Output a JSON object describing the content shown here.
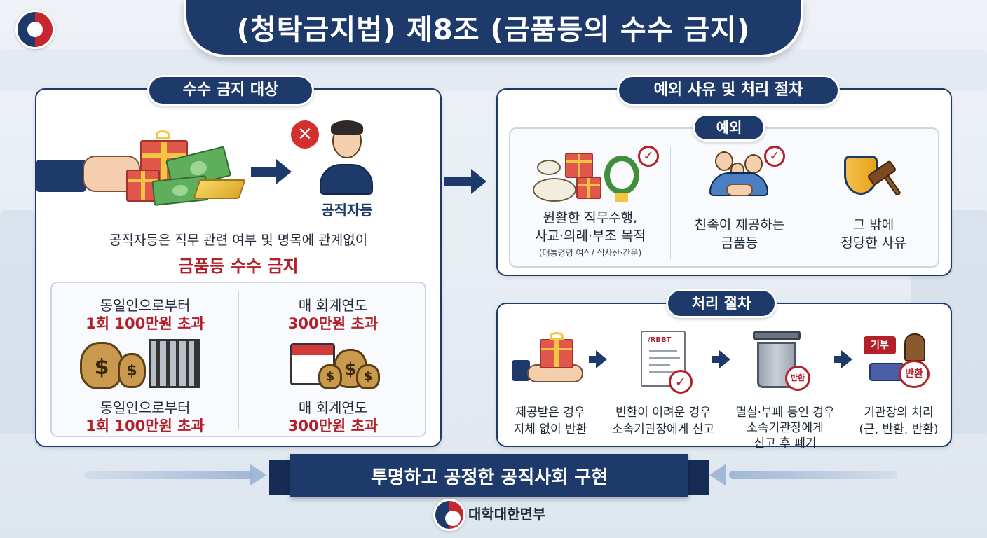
{
  "title": "(청탁금지법) 제8조 (금품등의 수수 금지)",
  "left_section": {
    "pill": "수수 금지 대상",
    "target_label": "공직자등",
    "statement_line1": "공직자등은 직무 관련 여부 및 명목에 관계없이",
    "statement_line2": "금품등 수수 금지",
    "limits": [
      {
        "line1": "동일인으로부터",
        "line2": "1회 100만원 초과"
      },
      {
        "line1": "매 회계연도",
        "line2": "300만원 초과"
      },
      {
        "line1": "동일인으로부터",
        "line2": "1회 100만원 초과"
      },
      {
        "line1": "매 회계연도",
        "line2": "300만원 초과"
      }
    ]
  },
  "right_section": {
    "pill": "예외 사유 및 처리 절차",
    "exceptions": {
      "pill": "예외",
      "items": [
        {
          "line1": "원활한 직무수행,",
          "line2": "사교·의례·부조 목적",
          "note": "(대통령령 여식/ 식사산·간문)"
        },
        {
          "line1": "친족이 제공하는",
          "line2": "금품등",
          "note": ""
        },
        {
          "line1": "그 밖에",
          "line2": "정당한 사유",
          "note": ""
        }
      ]
    },
    "procedure": {
      "pill": "처리 절차",
      "doc_label": "/RBBT",
      "bin_stamp": "반환",
      "stamps": [
        "기부",
        "반환"
      ],
      "steps": [
        {
          "line1": "제공받은 경우",
          "line2": "지체 없이 반환",
          "line3": ""
        },
        {
          "line1": "빈환이 어려운 경우",
          "line2": "소속기관장에게 신고",
          "line3": ""
        },
        {
          "line1": "멸실·부패 등인 경우",
          "line2": "소속기관장에게",
          "line3": "신고 후 폐기"
        },
        {
          "line1": "기관장의 처리",
          "line2": "(근, 반환, 반환)",
          "line3": ""
        }
      ]
    }
  },
  "footer": {
    "slogan": "투명하고 공정한 공직사회 구현",
    "ministry": "대학대한면부"
  },
  "colors": {
    "navy": "#1e3a6b",
    "accent_red": "#b3202a",
    "background": "#eef2f7"
  },
  "icons": [
    "gov-emblem",
    "hand-gift",
    "money-bills",
    "gold-bar",
    "x-mark",
    "official-person",
    "money-bag",
    "jail-bars",
    "calendar",
    "food-plates",
    "wreath",
    "family",
    "handshake",
    "shield",
    "gavel",
    "check-mark",
    "document",
    "trash-bin",
    "stamp"
  ]
}
